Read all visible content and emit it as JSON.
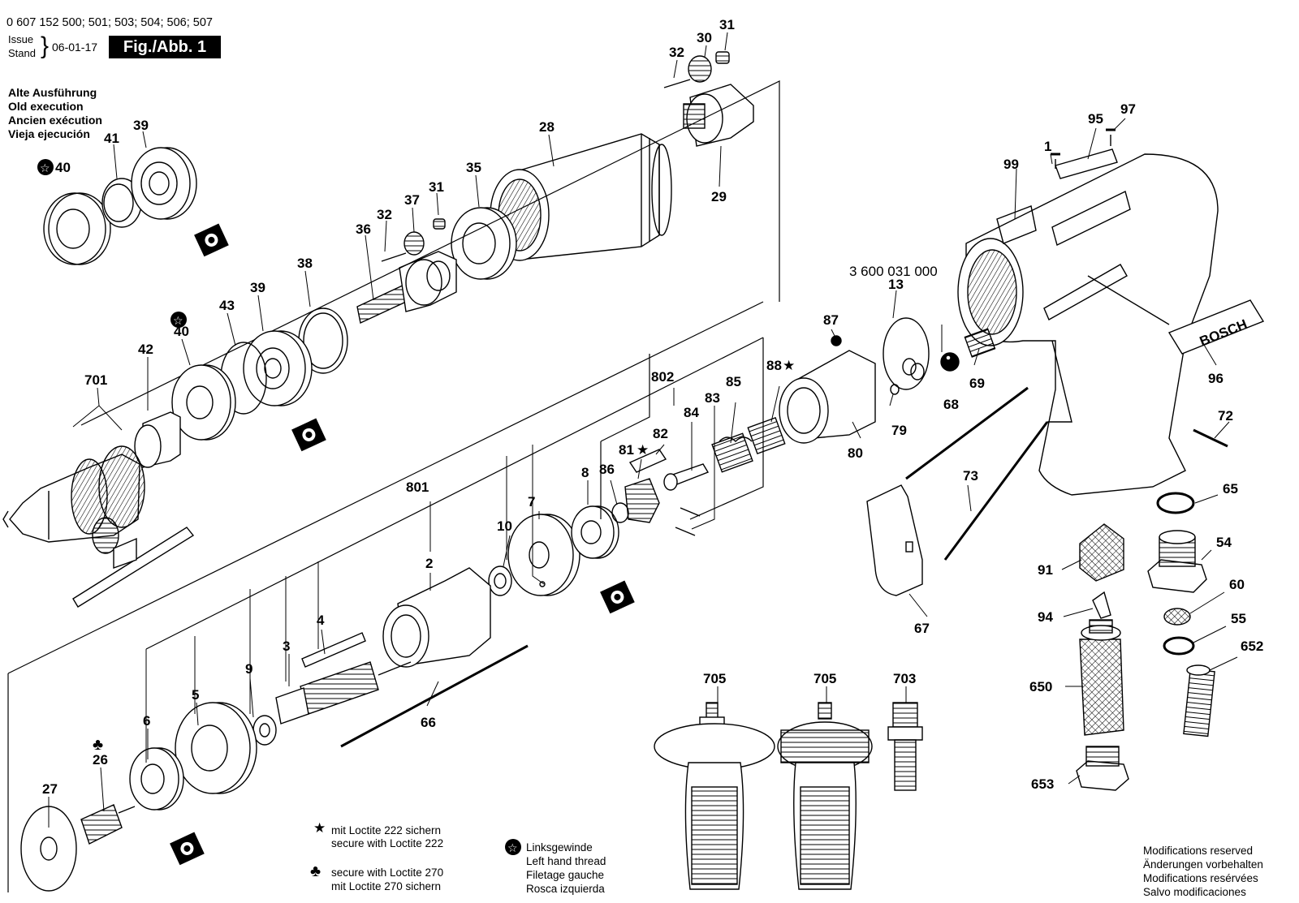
{
  "header": {
    "part_numbers": "0 607 152 500; 501; 503; 504; 506; 507",
    "issue_label": "Issue",
    "stand_label": "Stand",
    "brace": "}",
    "date": "06-01-17",
    "figure_label": "Fig./Abb. 1"
  },
  "old_execution": [
    "Alte Ausführung",
    "Old execution",
    "Ancien exécution",
    "Vieja ejecución"
  ],
  "brand": "BOSCH",
  "assembly_number": "3 600 031 000",
  "callouts": {
    "c31a": "31",
    "c30": "30",
    "c32a": "32",
    "c29": "29",
    "c28": "28",
    "c39a": "39",
    "c41": "41",
    "c40a": "40",
    "c35": "35",
    "c31b": "31",
    "c37": "37",
    "c32b": "32",
    "c36": "36",
    "c38": "38",
    "c39b": "39",
    "c43": "43",
    "c40b": "40",
    "c42": "42",
    "c701": "701",
    "c802": "802",
    "c87": "87",
    "c88": "88",
    "c85": "85",
    "c83": "83",
    "c84": "84",
    "c82": "82",
    "c81": "81",
    "c86": "86",
    "c8": "8",
    "c7": "7",
    "c10": "10",
    "c801": "801",
    "c2": "2",
    "c4": "4",
    "c3": "3",
    "c9": "9",
    "c5": "5",
    "c6": "6",
    "c26": "26",
    "c27": "27",
    "c66": "66",
    "c13": "13",
    "c68": "68",
    "c69": "69",
    "c79": "79",
    "c80": "80",
    "c99": "99",
    "c1": "1",
    "c95": "95",
    "c97": "97",
    "c96": "96",
    "c72": "72",
    "c73": "73",
    "c65": "65",
    "c54": "54",
    "c60": "60",
    "c55": "55",
    "c652": "652",
    "c91": "91",
    "c94": "94",
    "c650": "650",
    "c653": "653",
    "c67": "67",
    "c705a": "705",
    "c705b": "705",
    "c703": "703"
  },
  "legend": {
    "loctite222_de": "mit Loctite 222 sichern",
    "loctite222_en": "secure with Loctite 222",
    "loctite270_en": "secure with Loctite 270",
    "loctite270_de": "mit Loctite 270 sichern",
    "left_thread": [
      "Linksgewinde",
      "Left hand thread",
      "Filetage gauche",
      "Rosca izquierda"
    ]
  },
  "modifications": [
    "Modifications reserved",
    "Änderungen vorbehalten",
    "Modifications resérvées",
    "Salvo modificaciones"
  ]
}
